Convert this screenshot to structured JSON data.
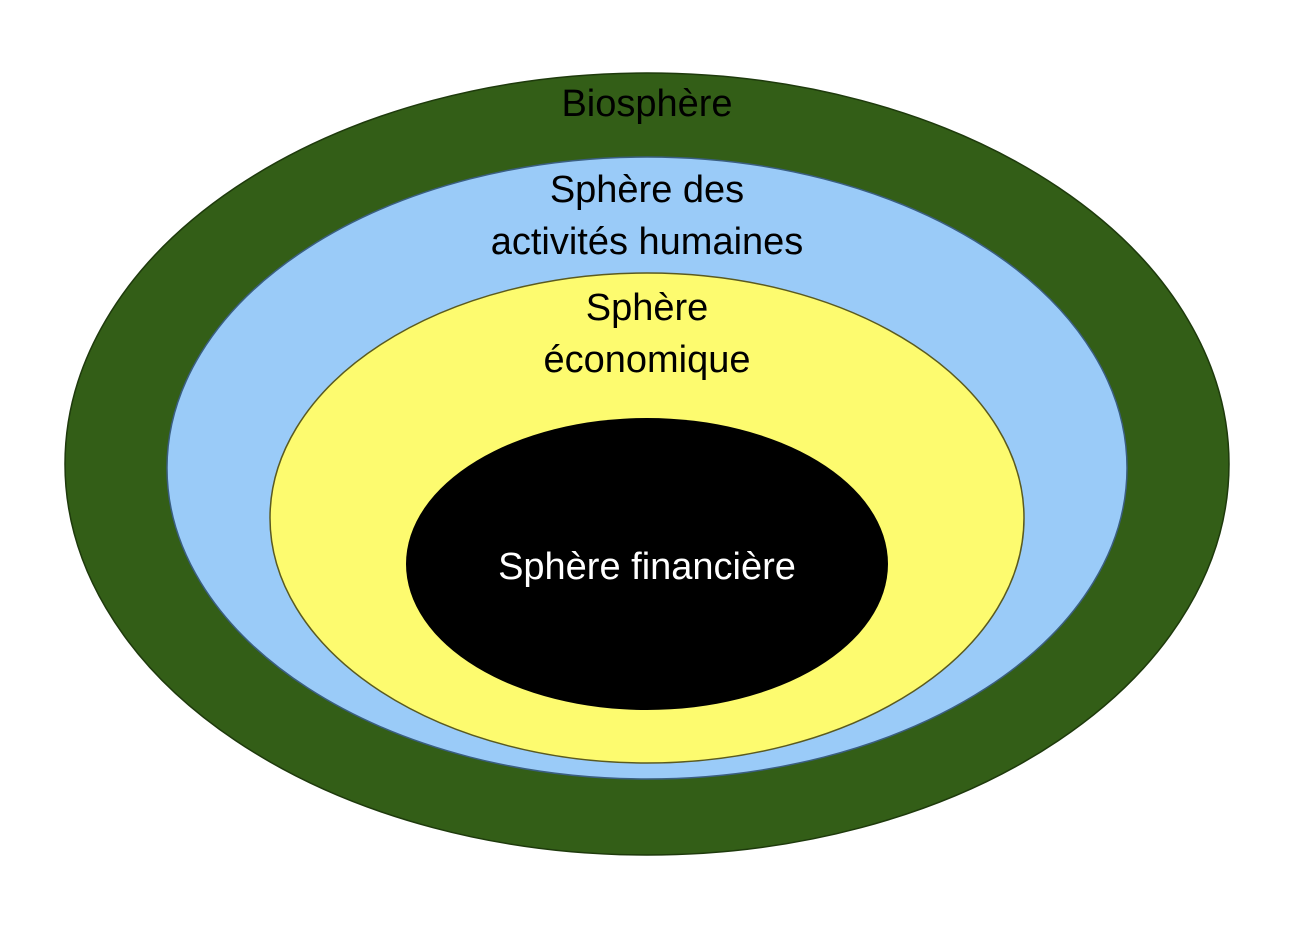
{
  "spheres": [
    {
      "id": "biosphere",
      "lines": [
        "Biosphère"
      ],
      "fill": "#335e17",
      "text_color": "#000000"
    },
    {
      "id": "human-activities",
      "lines": [
        "Sphère des",
        "activités humaines"
      ],
      "fill": "#9acbf8",
      "text_color": "#000000"
    },
    {
      "id": "economic",
      "lines": [
        "Sphère",
        "économique"
      ],
      "fill": "#fdfb6f",
      "text_color": "#000000"
    },
    {
      "id": "financial",
      "lines": [
        "Sphère financière"
      ],
      "fill": "#000000",
      "text_color": "#ffffff"
    }
  ]
}
